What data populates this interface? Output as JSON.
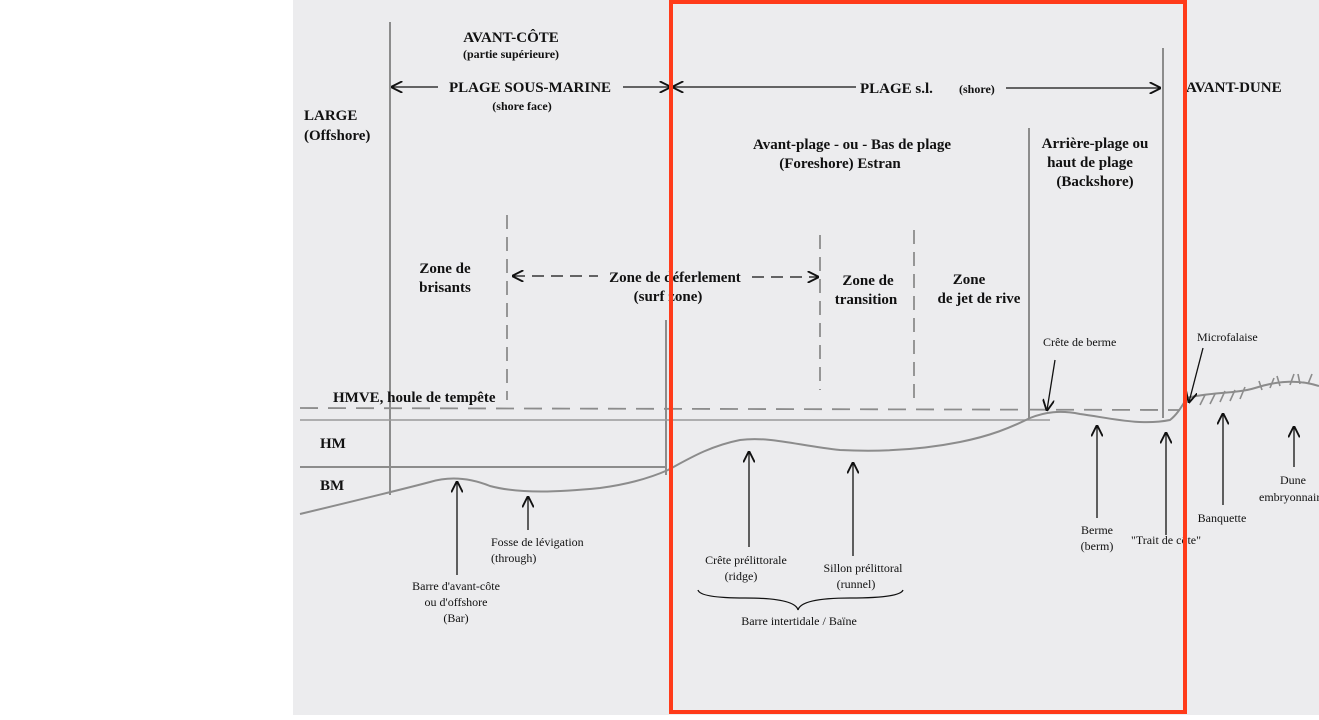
{
  "colors": {
    "paper": "#ececee",
    "pencil": "#8c8c8c",
    "ink": "#111111",
    "highlight": "#ff3b1a"
  },
  "headers": {
    "avant_cote": "AVANT-CÔTE",
    "avant_cote_sub": "(partie supérieure)",
    "plage_sous_marine": "PLAGE SOUS-MARINE",
    "shore_face": "(shore face)",
    "plage_sl": "PLAGE s.l.",
    "shore": "(shore)",
    "avant_dune": "AVANT-DUNE",
    "large": "LARGE",
    "offshore": "(Offshore)"
  },
  "foreshore": {
    "line1": "Avant-plage - ou - Bas de plage",
    "line2": "(Foreshore)    Estran"
  },
  "backshore": {
    "line1": "Arrière-plage ou",
    "line2": "haut de plage",
    "line3": "(Backshore)"
  },
  "zones": {
    "brisants_1": "Zone de",
    "brisants_2": "brisants",
    "deferlement": "Zone de déferlement",
    "surf_zone": "(surf zone)",
    "transition_1": "Zone de",
    "transition_2": "transition",
    "jet_1": "Zone",
    "jet_2": "de jet de rive"
  },
  "levels": {
    "hmve": "HMVE, houle de tempête",
    "hm": "HM",
    "bm": "BM"
  },
  "features": {
    "crete_berme": "Crête de berme",
    "microfalaise": "Microfalaise",
    "fosse_1": "Fosse de lévigation",
    "fosse_2": "(through)",
    "barre_1": "Barre d'avant-côte",
    "barre_2": "ou d'offshore",
    "barre_3": "(Bar)",
    "crete_1": "Crête prélittorale",
    "crete_2": "(ridge)",
    "sillon_1": "Sillon prélittoral",
    "sillon_2": "(runnel)",
    "barre_intertidale": "Barre intertidale / Baïne",
    "berme_1": "Berme",
    "berme_2": "(berm)",
    "trait_cote": "\"Trait de côte\"",
    "banquette": "Banquette",
    "dune_1": "Dune",
    "dune_2": "embryonnaire"
  }
}
